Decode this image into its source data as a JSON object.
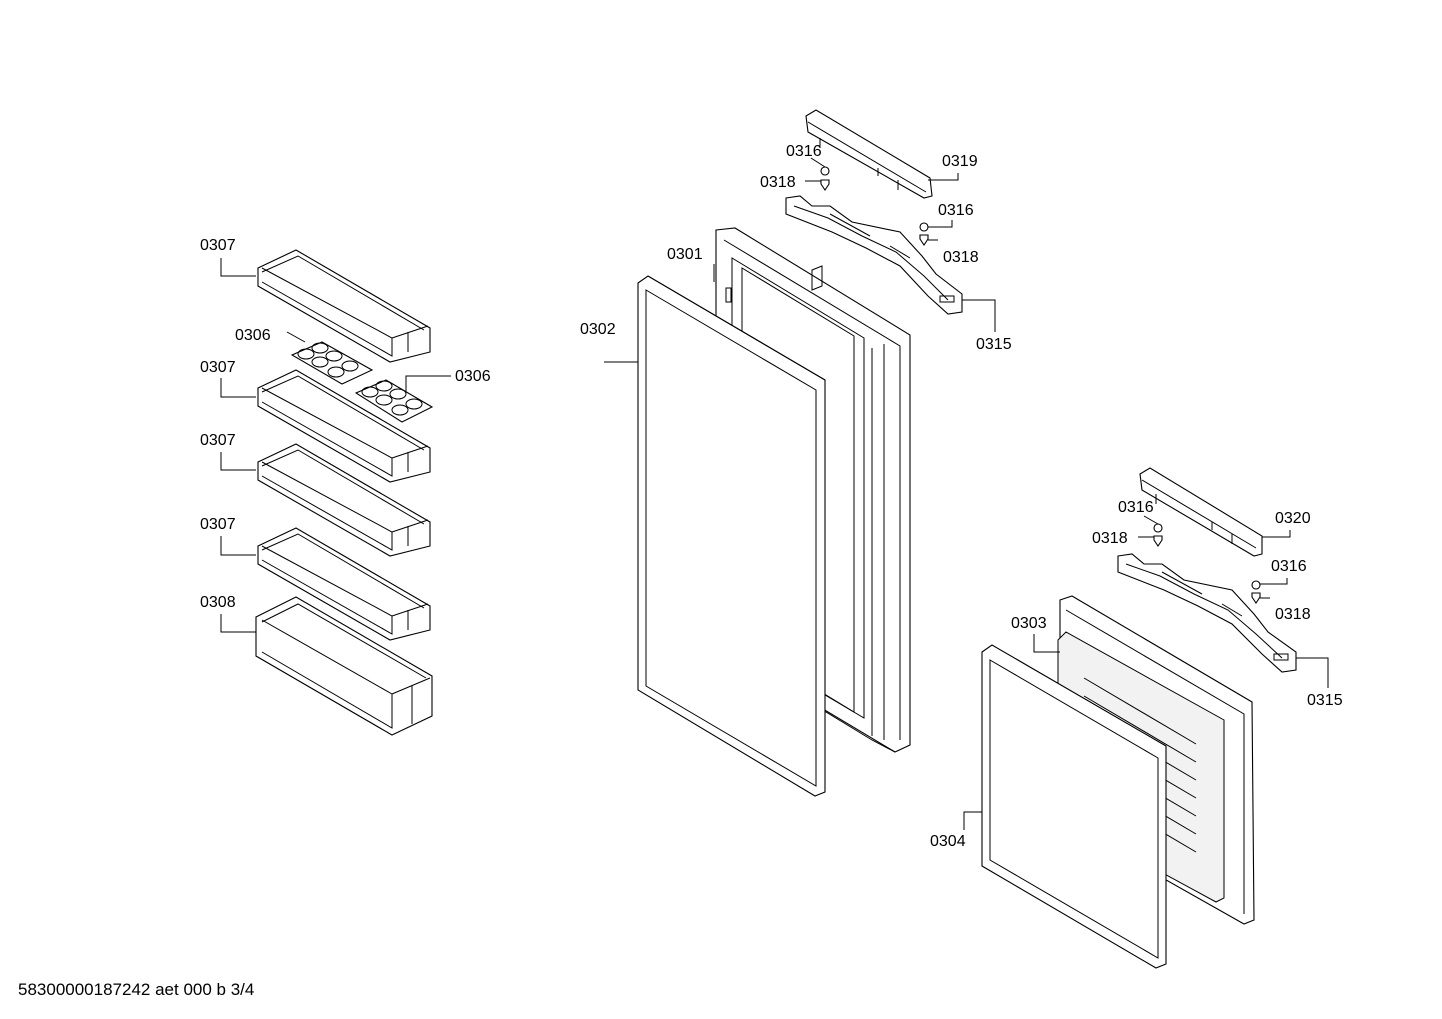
{
  "labels": {
    "l0301": "0301",
    "l0302": "0302",
    "l0303": "0303",
    "l0304": "0304",
    "l0306a": "0306",
    "l0306b": "0306",
    "l0307a": "0307",
    "l0307b": "0307",
    "l0307c": "0307",
    "l0307d": "0307",
    "l0308": "0308",
    "l0315a": "0315",
    "l0315b": "0315",
    "l0316a": "0316",
    "l0316b": "0316",
    "l0316c": "0316",
    "l0316d": "0316",
    "l0318a": "0318",
    "l0318b": "0318",
    "l0318c": "0318",
    "l0318d": "0318",
    "l0319": "0319",
    "l0320": "0320"
  },
  "footer": "58300000187242 aet 000 b 3/4"
}
